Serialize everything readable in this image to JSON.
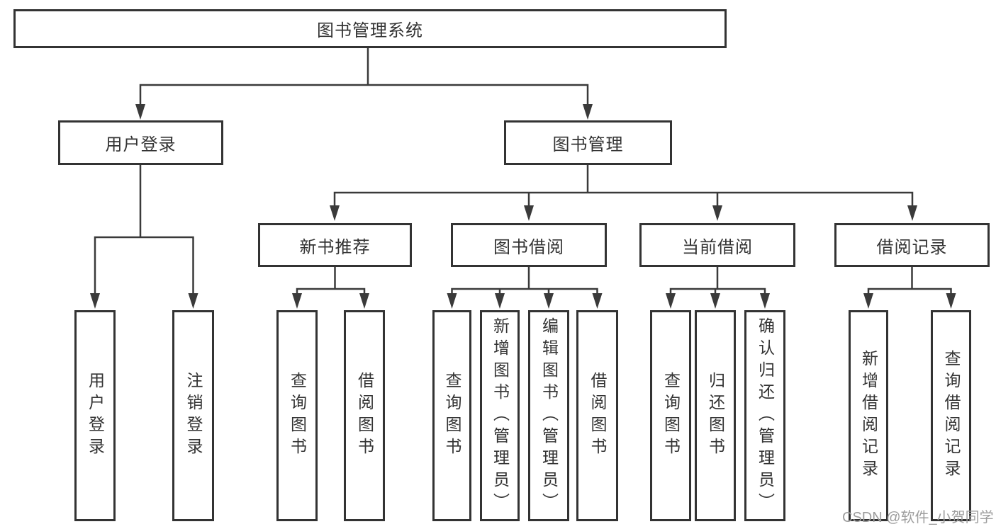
{
  "root": {
    "label": "图书管理系统"
  },
  "branches": [
    {
      "label": "用户登录",
      "children": [
        {
          "label": "用户登录"
        },
        {
          "label": "注销登录"
        }
      ]
    },
    {
      "label": "图书管理",
      "children": [
        {
          "label": "新书推荐",
          "children": [
            {
              "label": "查询图书"
            },
            {
              "label": "借阅图书"
            }
          ]
        },
        {
          "label": "图书借阅",
          "children": [
            {
              "label": "查询图书"
            },
            {
              "label": "新增图书（管理员）"
            },
            {
              "label": "编辑图书（管理员）"
            },
            {
              "label": "借阅图书"
            }
          ]
        },
        {
          "label": "当前借阅",
          "children": [
            {
              "label": "查询图书"
            },
            {
              "label": "归还图书"
            },
            {
              "label": "确认归还（管理员）"
            }
          ]
        },
        {
          "label": "借阅记录",
          "children": [
            {
              "label": "新增借阅记录"
            },
            {
              "label": "查询借阅记录"
            }
          ]
        }
      ]
    }
  ],
  "watermark": {
    "text": "CSDN @软件_小贺同学"
  },
  "colors": {
    "line": "#3a3a3a",
    "box_border": "#333333",
    "text": "#333333",
    "watermark": "#9e9e9e",
    "background": "#ffffff"
  }
}
